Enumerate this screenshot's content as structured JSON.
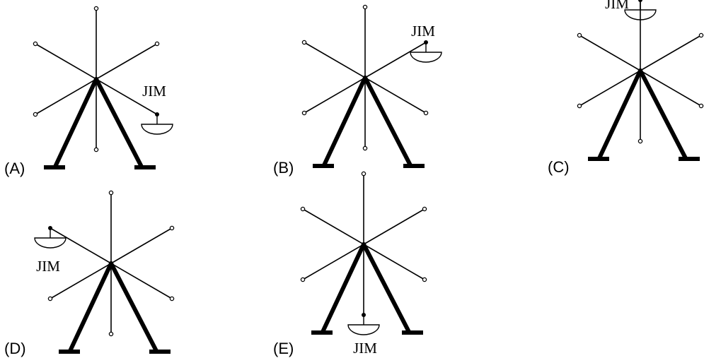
{
  "colors": {
    "ink": "#000000",
    "background": "#ffffff"
  },
  "options": [
    {
      "label": "(A)",
      "cabin_label": "JIM",
      "cabin_spoke": 4
    },
    {
      "label": "(B)",
      "cabin_label": "JIM",
      "cabin_spoke": 2
    },
    {
      "label": "(C)",
      "cabin_label": "JIM",
      "cabin_spoke": 0
    },
    {
      "label": "(D)",
      "cabin_label": "JIM",
      "cabin_spoke": 1
    },
    {
      "label": "(E)",
      "cabin_label": "JIM",
      "cabin_spoke": 3
    }
  ]
}
